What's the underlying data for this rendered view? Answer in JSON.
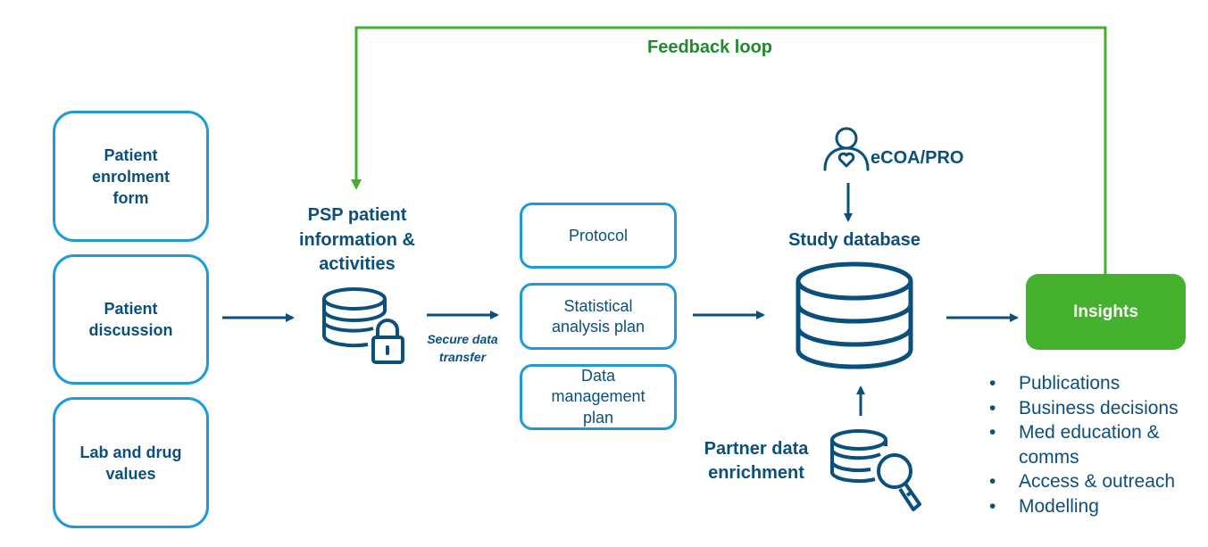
{
  "feedback_loop": {
    "label": "Feedback loop",
    "color": "#44b02e"
  },
  "sources": [
    {
      "label_lines": [
        "Patient",
        "enrolment",
        "form"
      ]
    },
    {
      "label_lines": [
        "Patient",
        "discussion"
      ]
    },
    {
      "label_lines": [
        "Lab and drug",
        "values"
      ]
    }
  ],
  "psp": {
    "title_lines": [
      "PSP patient",
      "information &",
      "activities"
    ],
    "icon": "database-lock-icon"
  },
  "transfer": {
    "label_lines": [
      "Secure data",
      "transfer"
    ]
  },
  "documents": [
    {
      "label_lines": [
        "Protocol"
      ]
    },
    {
      "label_lines": [
        "Statistical",
        "analysis plan"
      ]
    },
    {
      "label_lines": [
        "Data",
        "management",
        "plan"
      ]
    }
  ],
  "ecoa": {
    "label": "eCOA/PRO",
    "icon": "patient-heart-icon"
  },
  "study_database": {
    "title": "Study database",
    "icon": "database-icon"
  },
  "partner": {
    "title_lines": [
      "Partner data",
      "enrichment"
    ],
    "icon": "database-search-icon"
  },
  "insights": {
    "label": "Insights",
    "bullet_glyph": "•",
    "items": [
      "Publications",
      "Business decisions",
      "Med education &",
      "comms",
      "Access & outreach",
      "Modelling"
    ],
    "bulleted": [
      true,
      true,
      true,
      false,
      true,
      true
    ]
  },
  "colors": {
    "primary": "#0b4f7c",
    "box_border": "#1e9bd7",
    "accent_green": "#44b02e",
    "feedback_text": "#1f8b2c"
  }
}
